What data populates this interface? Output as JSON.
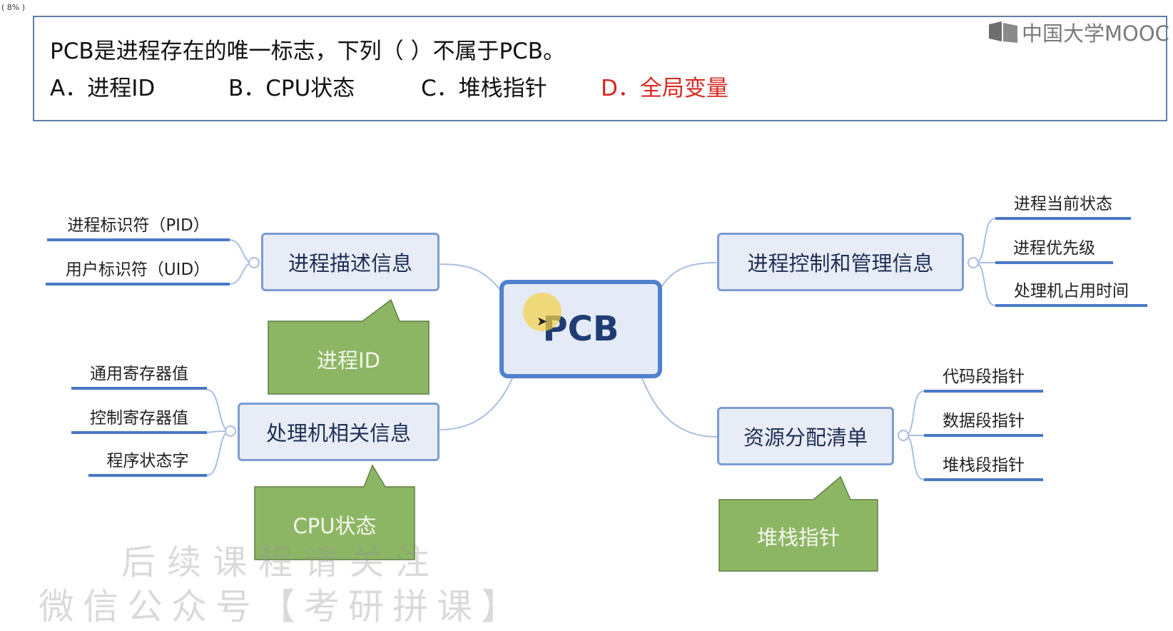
{
  "corner_label": "( 8% )",
  "question": {
    "text": "PCB是进程存在的唯一标志，下列（    ）不属于PCB。",
    "options": [
      {
        "label": "A．进程ID"
      },
      {
        "label": "B．CPU状态"
      },
      {
        "label": "C．堆栈指针"
      },
      {
        "label": "D．全局变量",
        "correct": true
      }
    ]
  },
  "logo": {
    "text": "中国大学MOOC"
  },
  "mindmap": {
    "center": "PCB",
    "branches": {
      "process_desc": {
        "label": "进程描述信息",
        "leaves": [
          "进程标识符（PID）",
          "用户标识符（UID）"
        ],
        "callout": "进程ID"
      },
      "processor": {
        "label": "处理机相关信息",
        "leaves": [
          "通用寄存器值",
          "控制寄存器值",
          "程序状态字"
        ],
        "callout": "CPU状态"
      },
      "control": {
        "label": "进程控制和管理信息",
        "leaves": [
          "进程当前状态",
          "进程优先级",
          "处理机占用时间"
        ]
      },
      "resource": {
        "label": "资源分配清单",
        "leaves": [
          "代码段指针",
          "数据段指针",
          "堆栈段指针"
        ],
        "callout": "堆栈指针"
      }
    }
  },
  "watermark": {
    "line1": "后续课程请关注",
    "line2": "微信公众号【考研拼课】"
  },
  "colors": {
    "correct": "#d6281f",
    "node_border": "#7d9bd4",
    "center_border": "#4f81cf",
    "callout_fill": "#8db664",
    "leaf_line": "#4a78c6"
  }
}
